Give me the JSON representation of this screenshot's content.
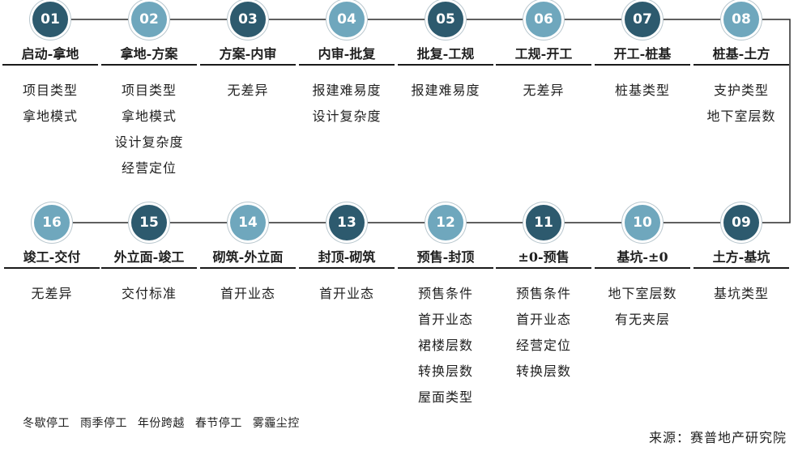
{
  "steps": [
    {
      "num": "01",
      "label": "启动-拿地",
      "tone": "dark",
      "items": [
        "项目类型",
        "拿地模式"
      ]
    },
    {
      "num": "02",
      "label": "拿地-方案",
      "tone": "light",
      "items": [
        "项目类型",
        "拿地模式",
        "设计复杂度",
        "经营定位"
      ]
    },
    {
      "num": "03",
      "label": "方案-内审",
      "tone": "dark",
      "items": [
        "无差异"
      ]
    },
    {
      "num": "04",
      "label": "内审-批复",
      "tone": "light",
      "items": [
        "报建难易度",
        "设计复杂度"
      ]
    },
    {
      "num": "05",
      "label": "批复-工规",
      "tone": "dark",
      "items": [
        "报建难易度"
      ]
    },
    {
      "num": "06",
      "label": "工规-开工",
      "tone": "light",
      "items": [
        "无差异"
      ]
    },
    {
      "num": "07",
      "label": "开工-桩基",
      "tone": "dark",
      "items": [
        "桩基类型"
      ]
    },
    {
      "num": "08",
      "label": "桩基-土方",
      "tone": "light",
      "items": [
        "支护类型",
        "地下室层数"
      ]
    },
    {
      "num": "09",
      "label": "土方-基坑",
      "tone": "dark",
      "items": [
        "基坑类型"
      ]
    },
    {
      "num": "10",
      "label": "基坑-±0",
      "tone": "light",
      "items": [
        "地下室层数",
        "有无夹层"
      ]
    },
    {
      "num": "11",
      "label": "±0-预售",
      "tone": "dark",
      "items": [
        "预售条件",
        "首开业态",
        "经营定位",
        "转换层数"
      ]
    },
    {
      "num": "12",
      "label": "预售-封顶",
      "tone": "light",
      "items": [
        "预售条件",
        "首开业态",
        "裙楼层数",
        "转换层数",
        "屋面类型"
      ]
    },
    {
      "num": "13",
      "label": "封顶-砌筑",
      "tone": "dark",
      "items": [
        "首开业态"
      ]
    },
    {
      "num": "14",
      "label": "砌筑-外立面",
      "tone": "light",
      "items": [
        "首开业态"
      ]
    },
    {
      "num": "15",
      "label": "外立面-竣工",
      "tone": "dark",
      "items": [
        "交付标准"
      ]
    },
    {
      "num": "16",
      "label": "竣工-交付",
      "tone": "light",
      "items": [
        "无差异"
      ]
    }
  ],
  "bottom_notes": [
    "冬歇停工",
    "雨季停工",
    "年份跨越",
    "春节停工",
    "雾霾尘控"
  ],
  "source": "来源：赛普地产研究院",
  "colors": {
    "dark": "#2d5a6e",
    "light": "#6fa7bd",
    "line": "#2a2a2a"
  }
}
